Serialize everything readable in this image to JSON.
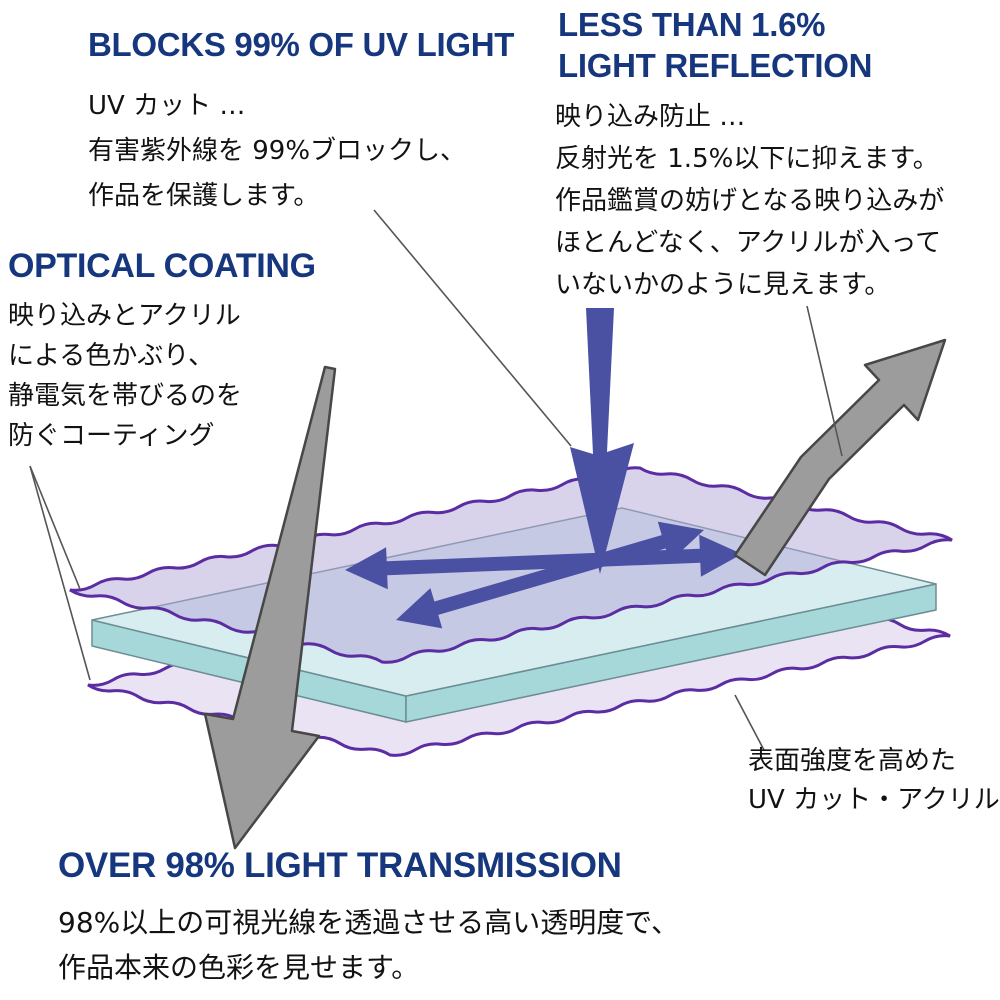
{
  "colors": {
    "heading": "#16367d",
    "text": "#121212",
    "navy": "#4a51a3",
    "film_stroke": "#5b2ca2",
    "film_fill_top": "#b3a6d8",
    "film_fill_bottom": "#e8e1f3",
    "slab_top": "#d8edef",
    "slab_side": "#a6d8da",
    "slab_edge": "#6b8d93",
    "gray_fill": "#9c9c9c",
    "gray_stroke": "#474747",
    "line": "#555555"
  },
  "callouts": {
    "uv_block": {
      "heading": "BLOCKS 99% OF UV LIGHT",
      "lines": [
        "UV カット …",
        "有害紫外線を 99%ブロックし、",
        "作品を保護します。"
      ]
    },
    "reflection": {
      "heading1": "LESS THAN 1.6%",
      "heading2": "LIGHT REFLECTION",
      "lines": [
        "映り込み防止 …",
        "反射光を 1.5%以下に抑えます。",
        "作品鑑賞の妨げとなる映り込みが",
        "ほとんどなく、アクリルが入って",
        "いないかのように見えます。"
      ]
    },
    "coating": {
      "heading": "OPTICAL COATING",
      "lines": [
        "映り込みとアクリル",
        "による色かぶり、",
        "静電気を帯びるのを",
        "防ぐコーティング"
      ]
    },
    "transmission": {
      "heading": "OVER 98% LIGHT TRANSMISSION",
      "lines": [
        "98%以上の可視光線を透過させる高い透明度で、",
        "作品本来の色彩を見せます。"
      ]
    },
    "acrylic_label": {
      "lines": [
        "表面強度を高めた",
        "UV カット・アクリル"
      ]
    }
  }
}
